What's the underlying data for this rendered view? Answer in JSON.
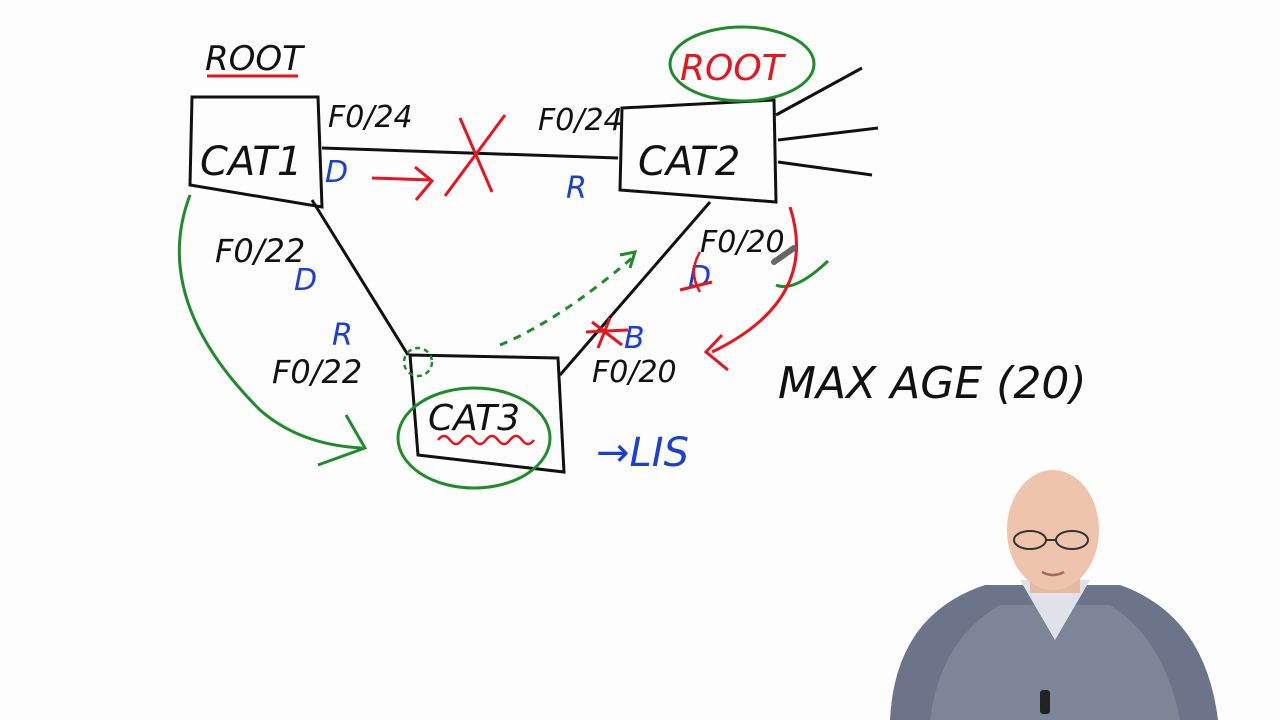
{
  "whiteboard": {
    "root_label_left": "ROOT",
    "root_label_right": "ROOT",
    "switches": {
      "cat1": "CAT1",
      "cat2": "CAT2",
      "cat3": "CAT3"
    },
    "ports": {
      "cat1_to_cat2": "F0/24",
      "cat2_to_cat1": "F0/24",
      "cat1_to_cat3": "F0/22",
      "cat3_to_cat1": "F0/22",
      "cat2_to_cat3": "F0/20",
      "cat3_to_cat2": "F0/20"
    },
    "port_roles": {
      "cat1_f024": "D",
      "cat2_f024": "R",
      "cat1_f022": "D",
      "cat3_f022": "R",
      "cat2_f020": "D",
      "cat3_f020": "B"
    },
    "note_max_age": "MAX AGE (20)",
    "note_lis": "→LIS"
  },
  "colors": {
    "black_ink": "#111111",
    "blue_ink": "#1a3fd6",
    "red_ink": "#e8141e",
    "green_ink": "#1f8c2a"
  }
}
